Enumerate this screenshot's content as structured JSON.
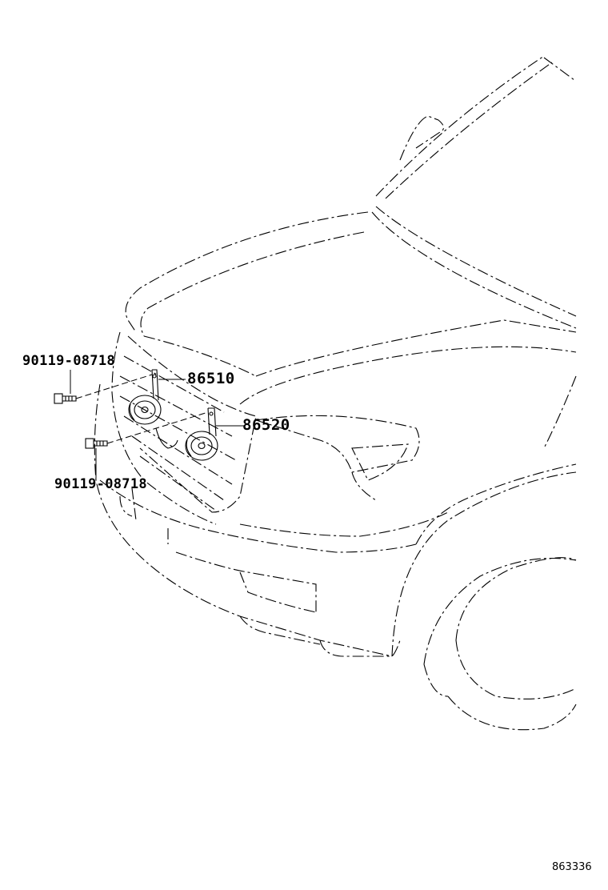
{
  "parts": {
    "horn_high": "86510",
    "horn_low": "86520",
    "bolt_upper": "90119-08718",
    "bolt_lower": "90119-08718"
  },
  "illustration_id": "863336"
}
